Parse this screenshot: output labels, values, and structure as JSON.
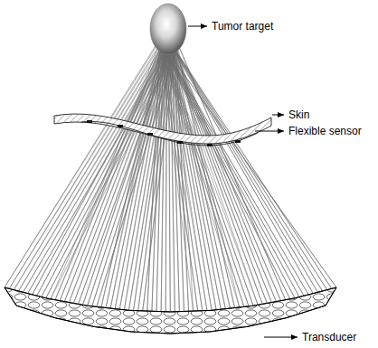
{
  "diagram": {
    "labels": [
      "Tumor target",
      "Skin",
      "Flexible sensor",
      "Transducer"
    ]
  }
}
